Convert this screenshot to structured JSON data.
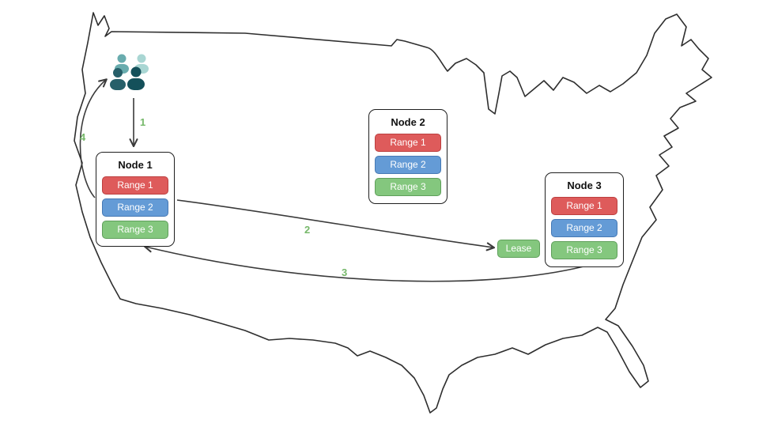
{
  "diagram": {
    "description": "US map with three database nodes showing range replicas and a lease transfer flow",
    "nodes": [
      {
        "title": "Node 1",
        "ranges": [
          "Range 1",
          "Range 2",
          "Range 3"
        ]
      },
      {
        "title": "Node 2",
        "ranges": [
          "Range 1",
          "Range 2",
          "Range 3"
        ]
      },
      {
        "title": "Node 3",
        "ranges": [
          "Range 1",
          "Range 2",
          "Range 3"
        ]
      }
    ],
    "lease_label": "Lease",
    "steps": [
      {
        "label": "1"
      },
      {
        "label": "2"
      },
      {
        "label": "3"
      },
      {
        "label": "4"
      }
    ],
    "icons": {
      "users": "users-group-icon"
    },
    "colors": {
      "range1": "#de5b5b",
      "range2": "#649bd6",
      "range3": "#84c77e",
      "lease": "#84c77e",
      "step_label": "#76b86a",
      "map_outline": "#2e2e2e",
      "arrow": "#3a3a3a",
      "users_teal_light": "#a9d6d3",
      "users_teal_medium": "#69acae",
      "users_teal_dark": "#14505a"
    }
  }
}
